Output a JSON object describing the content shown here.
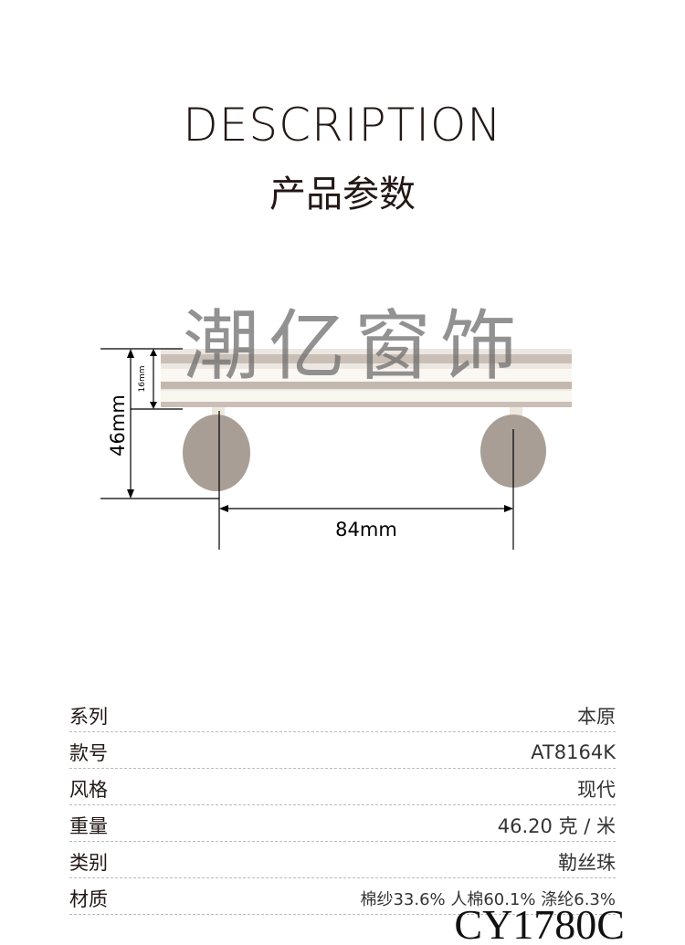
{
  "header": {
    "title_en": "DESCRIPTION",
    "title_zh": "产品参数"
  },
  "watermark": "潮亿窗饰",
  "diagram": {
    "height_total": "46mm",
    "height_band": "16mm",
    "spacing": "84mm"
  },
  "specs": [
    {
      "label": "系列",
      "value": "本原"
    },
    {
      "label": "款号",
      "value": "AT8164K"
    },
    {
      "label": "风格",
      "value": "现代"
    },
    {
      "label": "重量",
      "value": "46.20 克 / 米"
    },
    {
      "label": "类别",
      "value": "勒丝珠"
    },
    {
      "label": "材质",
      "value": "棉纱33.6% 人棉60.1% 涤纶6.3%"
    }
  ],
  "product_code": "CY1780C"
}
